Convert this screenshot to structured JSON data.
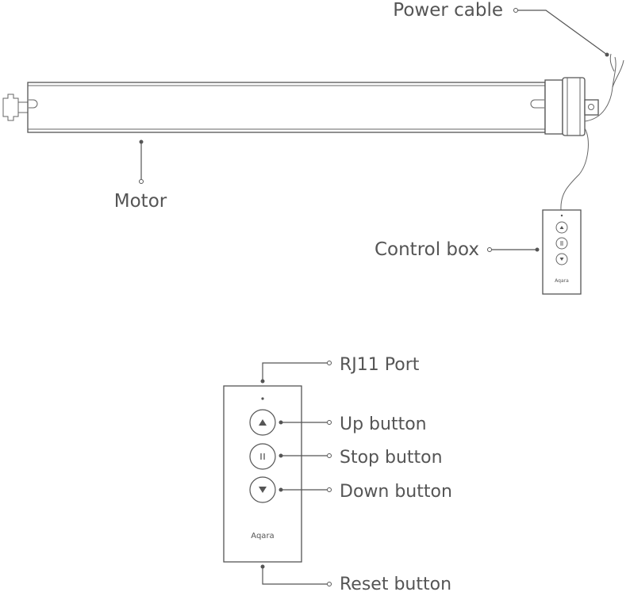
{
  "labels": {
    "power_cable": "Power cable",
    "motor": "Motor",
    "control_box": "Control box",
    "rj11_port": "RJ11 Port",
    "up_button": "Up button",
    "stop_button": "Stop button",
    "down_button": "Down button",
    "reset_button": "Reset button"
  },
  "brand": "Aqara",
  "icons": {
    "up": "up-arrow-icon",
    "stop": "pause-icon",
    "down": "down-arrow-icon"
  },
  "colors": {
    "line": "#555555",
    "text": "#555555",
    "background": "#ffffff"
  }
}
